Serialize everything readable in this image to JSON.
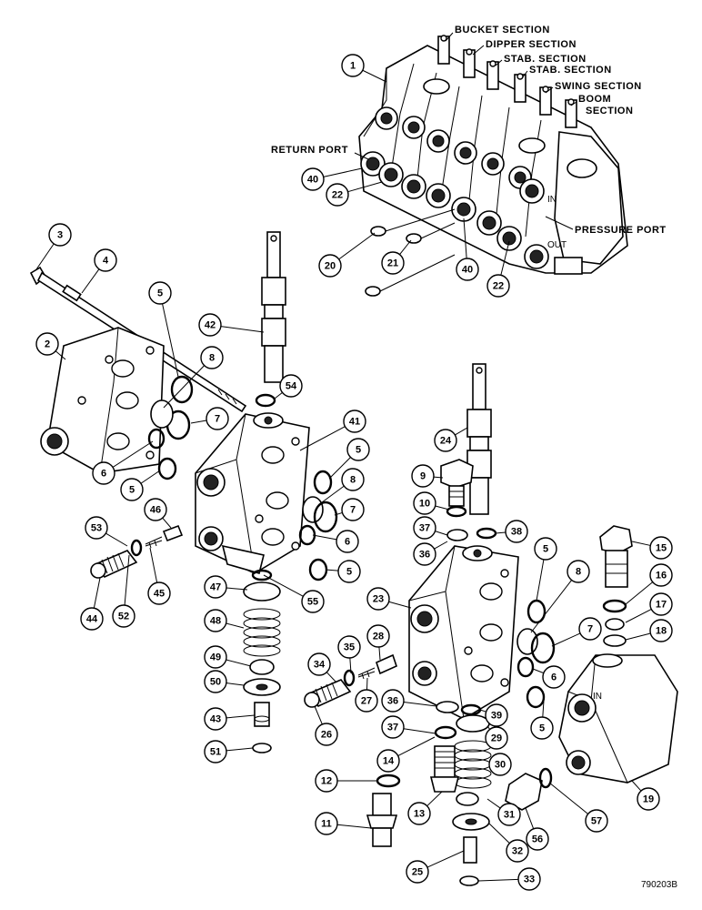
{
  "section_labels": {
    "bucket": "BUCKET SECTION",
    "dipper": "DIPPER SECTION",
    "stab1": "STAB. SECTION",
    "stab2": "STAB. SECTION",
    "swing": "SWING SECTION",
    "boom_line1": "BOOM",
    "boom_line2": "SECTION",
    "return_port": "RETURN PORT",
    "pressure_port": "PRESSURE PORT",
    "in_mark": "IN",
    "out_mark": "OUT"
  },
  "drawing_code": "790203B",
  "callouts": [
    {
      "id": "c1",
      "num": "1"
    },
    {
      "id": "c40a",
      "num": "40"
    },
    {
      "id": "c22a",
      "num": "22"
    },
    {
      "id": "c20",
      "num": "20"
    },
    {
      "id": "c21",
      "num": "21"
    },
    {
      "id": "c40b",
      "num": "40"
    },
    {
      "id": "c22b",
      "num": "22"
    },
    {
      "id": "c3",
      "num": "3"
    },
    {
      "id": "c4",
      "num": "4"
    },
    {
      "id": "c2",
      "num": "2"
    },
    {
      "id": "c5a",
      "num": "5"
    },
    {
      "id": "c8a",
      "num": "8"
    },
    {
      "id": "c7a",
      "num": "7"
    },
    {
      "id": "c6a",
      "num": "6"
    },
    {
      "id": "c5b",
      "num": "5"
    },
    {
      "id": "c42",
      "num": "42"
    },
    {
      "id": "c54",
      "num": "54"
    },
    {
      "id": "c41",
      "num": "41"
    },
    {
      "id": "c5c",
      "num": "5"
    },
    {
      "id": "c8b",
      "num": "8"
    },
    {
      "id": "c7b",
      "num": "7"
    },
    {
      "id": "c6b",
      "num": "6"
    },
    {
      "id": "c5d",
      "num": "5"
    },
    {
      "id": "c53",
      "num": "53"
    },
    {
      "id": "c46",
      "num": "46"
    },
    {
      "id": "c44",
      "num": "44"
    },
    {
      "id": "c52",
      "num": "52"
    },
    {
      "id": "c45",
      "num": "45"
    },
    {
      "id": "c47",
      "num": "47"
    },
    {
      "id": "c55",
      "num": "55"
    },
    {
      "id": "c48",
      "num": "48"
    },
    {
      "id": "c49",
      "num": "49"
    },
    {
      "id": "c50",
      "num": "50"
    },
    {
      "id": "c43",
      "num": "43"
    },
    {
      "id": "c51",
      "num": "51"
    },
    {
      "id": "c24",
      "num": "24"
    },
    {
      "id": "c9",
      "num": "9"
    },
    {
      "id": "c10",
      "num": "10"
    },
    {
      "id": "c37a",
      "num": "37"
    },
    {
      "id": "c38",
      "num": "38"
    },
    {
      "id": "c36a",
      "num": "36"
    },
    {
      "id": "c5e",
      "num": "5"
    },
    {
      "id": "c8c",
      "num": "8"
    },
    {
      "id": "c15",
      "num": "15"
    },
    {
      "id": "c16",
      "num": "16"
    },
    {
      "id": "c17",
      "num": "17"
    },
    {
      "id": "c18",
      "num": "18"
    },
    {
      "id": "c23",
      "num": "23"
    },
    {
      "id": "c7c",
      "num": "7"
    },
    {
      "id": "c28",
      "num": "28"
    },
    {
      "id": "c35",
      "num": "35"
    },
    {
      "id": "c34",
      "num": "34"
    },
    {
      "id": "c6c",
      "num": "6"
    },
    {
      "id": "c27",
      "num": "27"
    },
    {
      "id": "c26",
      "num": "26"
    },
    {
      "id": "c36b",
      "num": "36"
    },
    {
      "id": "c37b",
      "num": "37"
    },
    {
      "id": "c39",
      "num": "39"
    },
    {
      "id": "c29",
      "num": "29"
    },
    {
      "id": "c5f",
      "num": "5"
    },
    {
      "id": "c14",
      "num": "14"
    },
    {
      "id": "c30",
      "num": "30"
    },
    {
      "id": "c12",
      "num": "12"
    },
    {
      "id": "c13",
      "num": "13"
    },
    {
      "id": "c31",
      "num": "31"
    },
    {
      "id": "c11",
      "num": "11"
    },
    {
      "id": "c32",
      "num": "32"
    },
    {
      "id": "c56",
      "num": "56"
    },
    {
      "id": "c57",
      "num": "57"
    },
    {
      "id": "c19",
      "num": "19"
    },
    {
      "id": "c25",
      "num": "25"
    },
    {
      "id": "c33",
      "num": "33"
    }
  ]
}
